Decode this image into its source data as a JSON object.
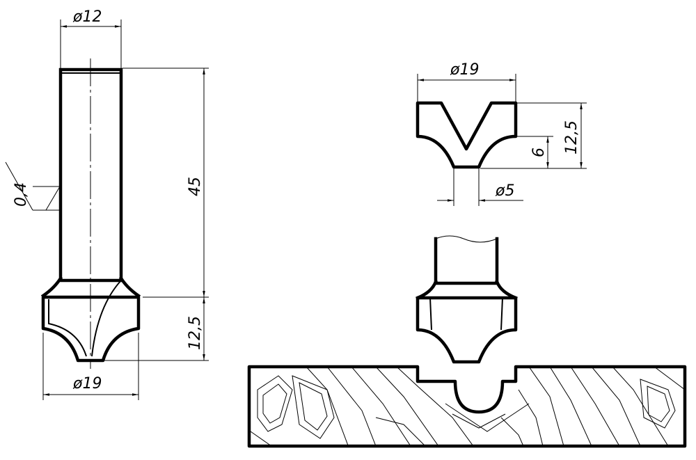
{
  "dimensions": {
    "shank_diameter": "ø12",
    "cutter_diameter_left": "ø19",
    "shank_length": "45",
    "head_height_left": "12,5",
    "roughness": "0,4",
    "profile_diameter": "ø19",
    "profile_height": "12,5",
    "profile_radius_depth": "6",
    "profile_tip_diameter": "ø5"
  }
}
